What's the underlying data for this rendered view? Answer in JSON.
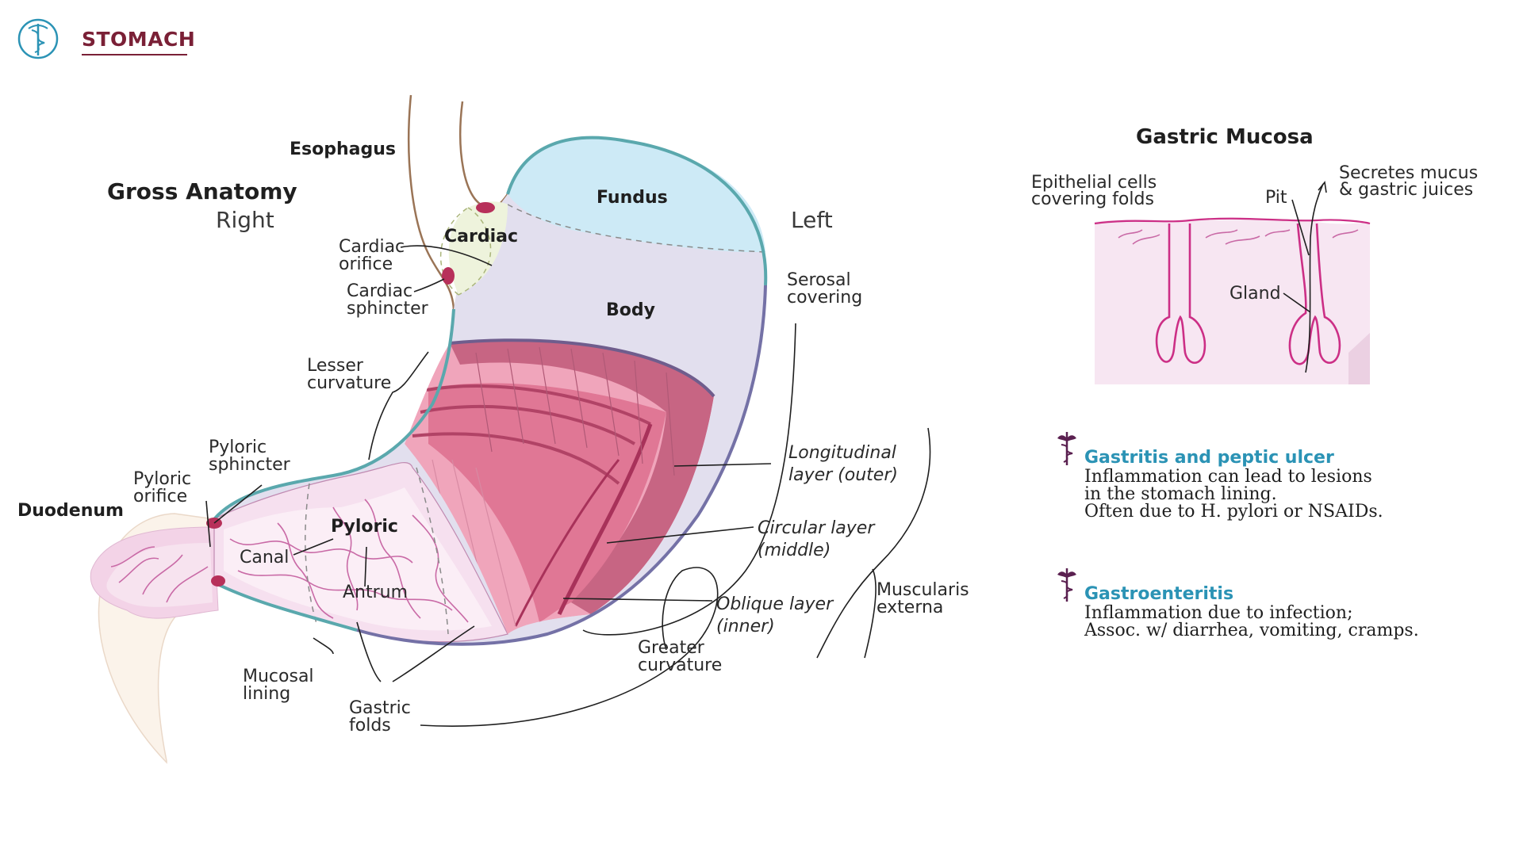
{
  "header": {
    "title": "STOMACH",
    "logo_icon": "caduceus-icon"
  },
  "gross": {
    "title": "Gross Anatomy",
    "right": "Right",
    "left": "Left"
  },
  "labels": {
    "esophagus": "Esophagus",
    "fundus": "Fundus",
    "cardiac": "Cardiac",
    "body": "Body",
    "cardiac_orifice": [
      "Cardiac",
      "orifice"
    ],
    "cardiac_sphincter": [
      "Cardiac",
      "sphincter"
    ],
    "serosal_covering": [
      "Serosal",
      "covering"
    ],
    "lesser_curvature": [
      "Lesser",
      "curvature"
    ],
    "pyloric_sphincter": [
      "Pyloric",
      "sphincter"
    ],
    "pyloric_orifice": [
      "Pyloric",
      "orifice"
    ],
    "duodenum": "Duodenum",
    "pyloric": "Pyloric",
    "canal": "Canal",
    "antrum": "Antrum",
    "longitudinal": [
      "Longitudinal",
      "layer (outer)"
    ],
    "circular": [
      "Circular layer",
      "(middle)"
    ],
    "oblique": [
      "Oblique layer",
      "(inner)"
    ],
    "muscularis": [
      "Muscularis",
      "externa"
    ],
    "greater_curvature": [
      "Greater",
      "curvature"
    ],
    "mucosal_lining": [
      "Mucosal",
      "lining"
    ],
    "gastric_folds": [
      "Gastric",
      "folds"
    ]
  },
  "mucosa": {
    "title": "Gastric Mucosa",
    "epithelial": [
      "Epithelial cells",
      "covering folds"
    ],
    "pit": "Pit",
    "secretes": [
      "Secretes mucus",
      "& gastric juices"
    ],
    "gland": "Gland"
  },
  "notes": [
    {
      "title": "Gastritis and peptic ulcer",
      "lines": [
        "Inflammation can lead to lesions",
        "in the stomach lining.",
        "Often due to H. pylori or NSAIDs."
      ],
      "icon": "caduceus-icon"
    },
    {
      "title": "Gastroenteritis",
      "lines": [
        "Inflammation due to infection;",
        "Assoc. w/ diarrhea, vomiting, cramps."
      ],
      "icon": "caduceus-icon"
    }
  ],
  "colors": {
    "header": "#7a2036",
    "note_title": "#2b93b5",
    "fundus": "#cdeaf6",
    "body": "#e2dfee",
    "cardiac": "#eef3dc",
    "muscle": "#d8708c",
    "mucosa": "#f6e0ef",
    "teal_outline": "#5aa8ad",
    "purple_outline": "#7471a6"
  }
}
